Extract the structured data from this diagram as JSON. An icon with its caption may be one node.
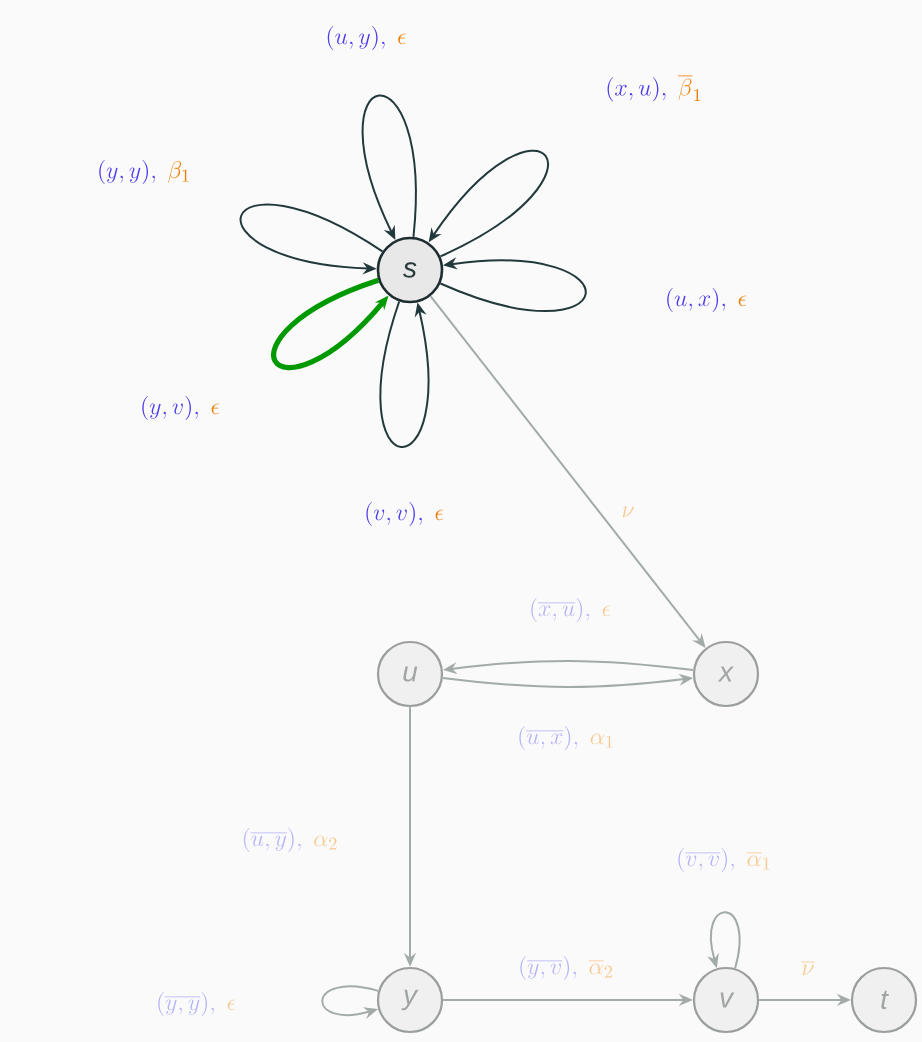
{
  "diagram": {
    "nodes": [
      {
        "text": [
          "s"
        ]
      },
      {
        "text": [
          "u"
        ]
      },
      {
        "text": [
          "x"
        ]
      },
      {
        "text": [
          "y"
        ]
      },
      {
        "text": [
          "v"
        ]
      },
      {
        "text": [
          "t"
        ]
      }
    ],
    "edges": [
      {
        "from": 0,
        "to": 0,
        "arrow": "to",
        "label": "(u,y),\\;\\epsilon",
        "color": "#22393b"
      },
      {
        "from": 0,
        "to": 0,
        "arrow": "to",
        "label": "(x,u),\\;\\overline{\\beta}_1",
        "color": "#22393b"
      },
      {
        "from": 0,
        "to": 0,
        "arrow": "to",
        "label": "(y,y),\\;\\beta_1",
        "color": "#22393b"
      },
      {
        "from": 0,
        "to": 0,
        "arrow": "to",
        "label": "(u,x),\\;\\epsilon",
        "color": "#22393b"
      },
      {
        "from": 0,
        "to": 0,
        "arrow": "to",
        "label": "(y,v),\\;\\epsilon",
        "color": "#009900",
        "style": "thick"
      },
      {
        "from": 0,
        "to": 0,
        "arrow": "to",
        "label": "(v,v),\\;\\epsilon",
        "color": "#22393b"
      },
      {
        "from": 0,
        "to": 2,
        "arrow": "to",
        "label": "\\nu"
      },
      {
        "from": 2,
        "to": 1,
        "arrow": "to",
        "label": "(\\overline{x,u}),\\;\\epsilon"
      },
      {
        "from": 1,
        "to": 2,
        "arrow": "to",
        "label": "(\\overline{u,x}),\\;\\alpha_1"
      },
      {
        "from": 1,
        "to": 3,
        "arrow": "to",
        "label": "(\\overline{u,y}),\\;\\alpha_2"
      },
      {
        "from": 3,
        "to": 3,
        "arrow": "to",
        "label": "(\\overline{y,y}),\\;\\epsilon"
      },
      {
        "from": 3,
        "to": 4,
        "arrow": "to",
        "label": "(\\overline{y,v}),\\;\\overline{\\alpha}_2"
      },
      {
        "from": 4,
        "to": 4,
        "arrow": "to",
        "label": "(\\overline{v,v}),\\;\\overline{\\alpha}_1"
      },
      {
        "from": 4,
        "to": 5,
        "arrow": "to",
        "label": "\\overline{\\nu}"
      }
    ]
  }
}
